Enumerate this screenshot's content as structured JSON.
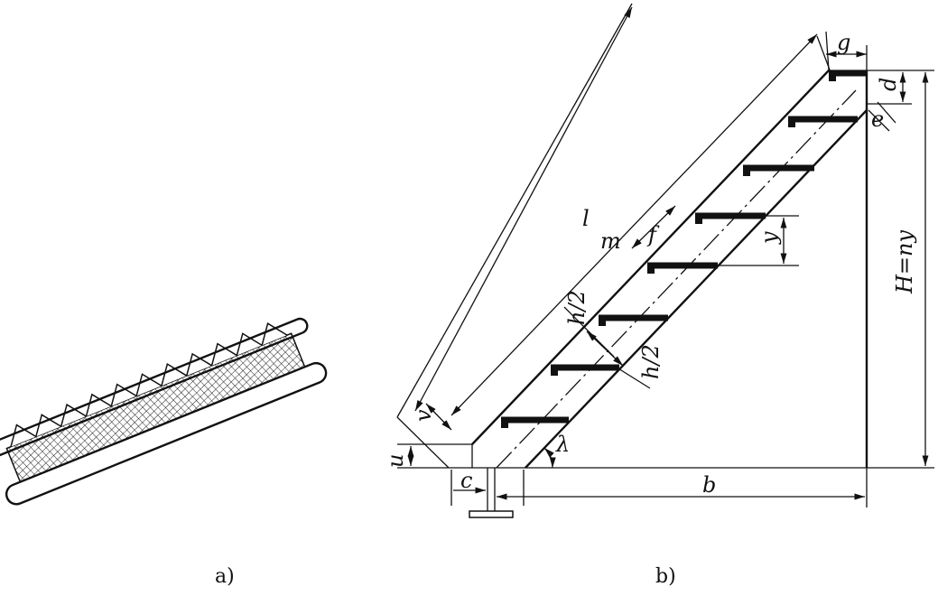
{
  "figure": {
    "caption_a": "a)",
    "caption_b": "b)",
    "labels": {
      "l": "l",
      "m": "m",
      "g": "g",
      "d": "d",
      "e": "e",
      "f": "f",
      "y": "y",
      "h_half_1": "h/2",
      "h_half_2": "h/2",
      "H": "H=ny",
      "v": "v",
      "u": "u",
      "c": "c",
      "b": "b",
      "lambda": "λ"
    }
  }
}
